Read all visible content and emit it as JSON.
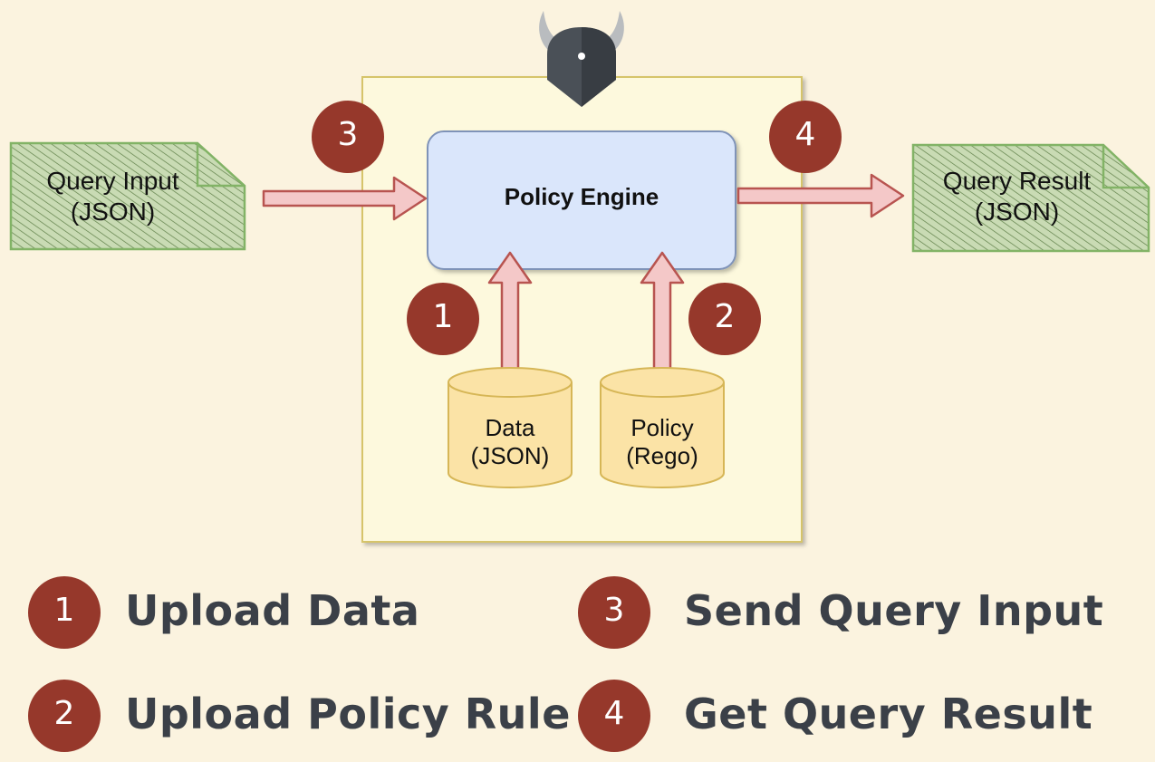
{
  "diagram": {
    "engine_label": "Policy Engine",
    "query_input": {
      "line1": "Query Input",
      "line2": "(JSON)"
    },
    "query_result": {
      "line1": "Query Result",
      "line2": "(JSON)"
    },
    "data_store": {
      "line1": "Data",
      "line2": "(JSON)"
    },
    "policy_store": {
      "line1": "Policy",
      "line2": "(Rego)"
    },
    "step_badges": {
      "upload_data": "1",
      "upload_policy": "2",
      "send_input": "3",
      "get_result": "4"
    }
  },
  "legend": [
    {
      "number": "1",
      "label": "Upload Data"
    },
    {
      "number": "2",
      "label": "Upload Policy Rule"
    },
    {
      "number": "3",
      "label": "Send Query Input"
    },
    {
      "number": "4",
      "label": "Get Query Result"
    }
  ],
  "colors": {
    "background": "#fbf3df",
    "container_fill": "#fdf9dd",
    "engine_fill": "#dae6fb",
    "badge": "#96382b",
    "arrow_fill": "#f4c8c8",
    "arrow_stroke": "#b85450",
    "doc_fill": "#c9dbb4",
    "doc_stroke": "#82b366",
    "cylinder_fill": "#fbe3a6",
    "cylinder_stroke": "#d6b656"
  },
  "icons": {
    "logo": "opa-viking-helmet-icon"
  }
}
